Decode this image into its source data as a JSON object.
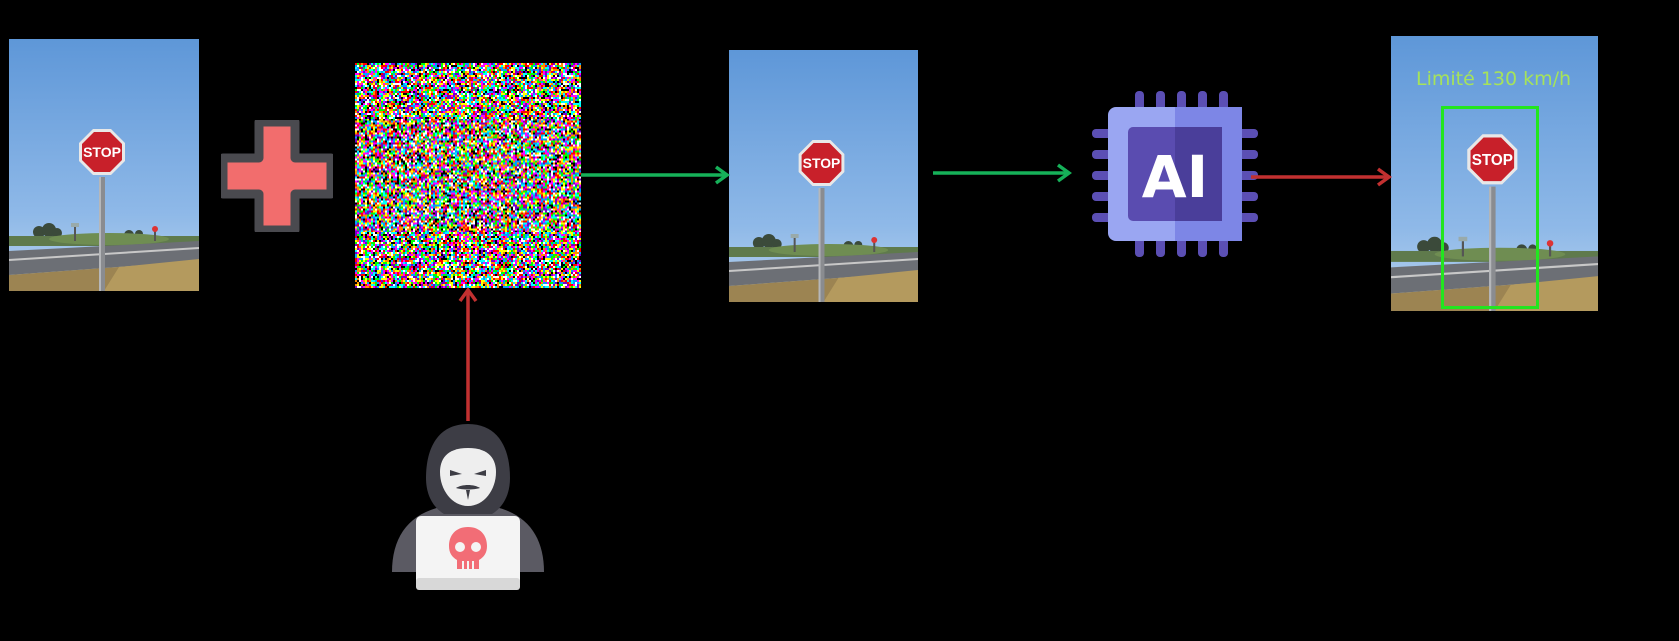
{
  "images": {
    "original": {
      "sign_text": "STOP"
    },
    "perturbed": {
      "sign_text": "STOP"
    },
    "result": {
      "sign_text": "STOP"
    }
  },
  "prediction": {
    "label": "Limité 130 km/h"
  },
  "ai_chip": {
    "text": "AI"
  },
  "colors": {
    "background": "#000000",
    "benign_arrow": "#16b159",
    "attack_arrow": "#c23030",
    "bbox": "#22e61f",
    "prediction_text": "#a6e35a",
    "plus": "#f26d6d",
    "plus_outline": "#4a4a4f"
  },
  "icons": {
    "plus": "plus-icon",
    "noise": "adversarial-noise",
    "ai": "ai-chip-icon",
    "attacker": "hacker-icon",
    "skull": "skull-icon"
  }
}
